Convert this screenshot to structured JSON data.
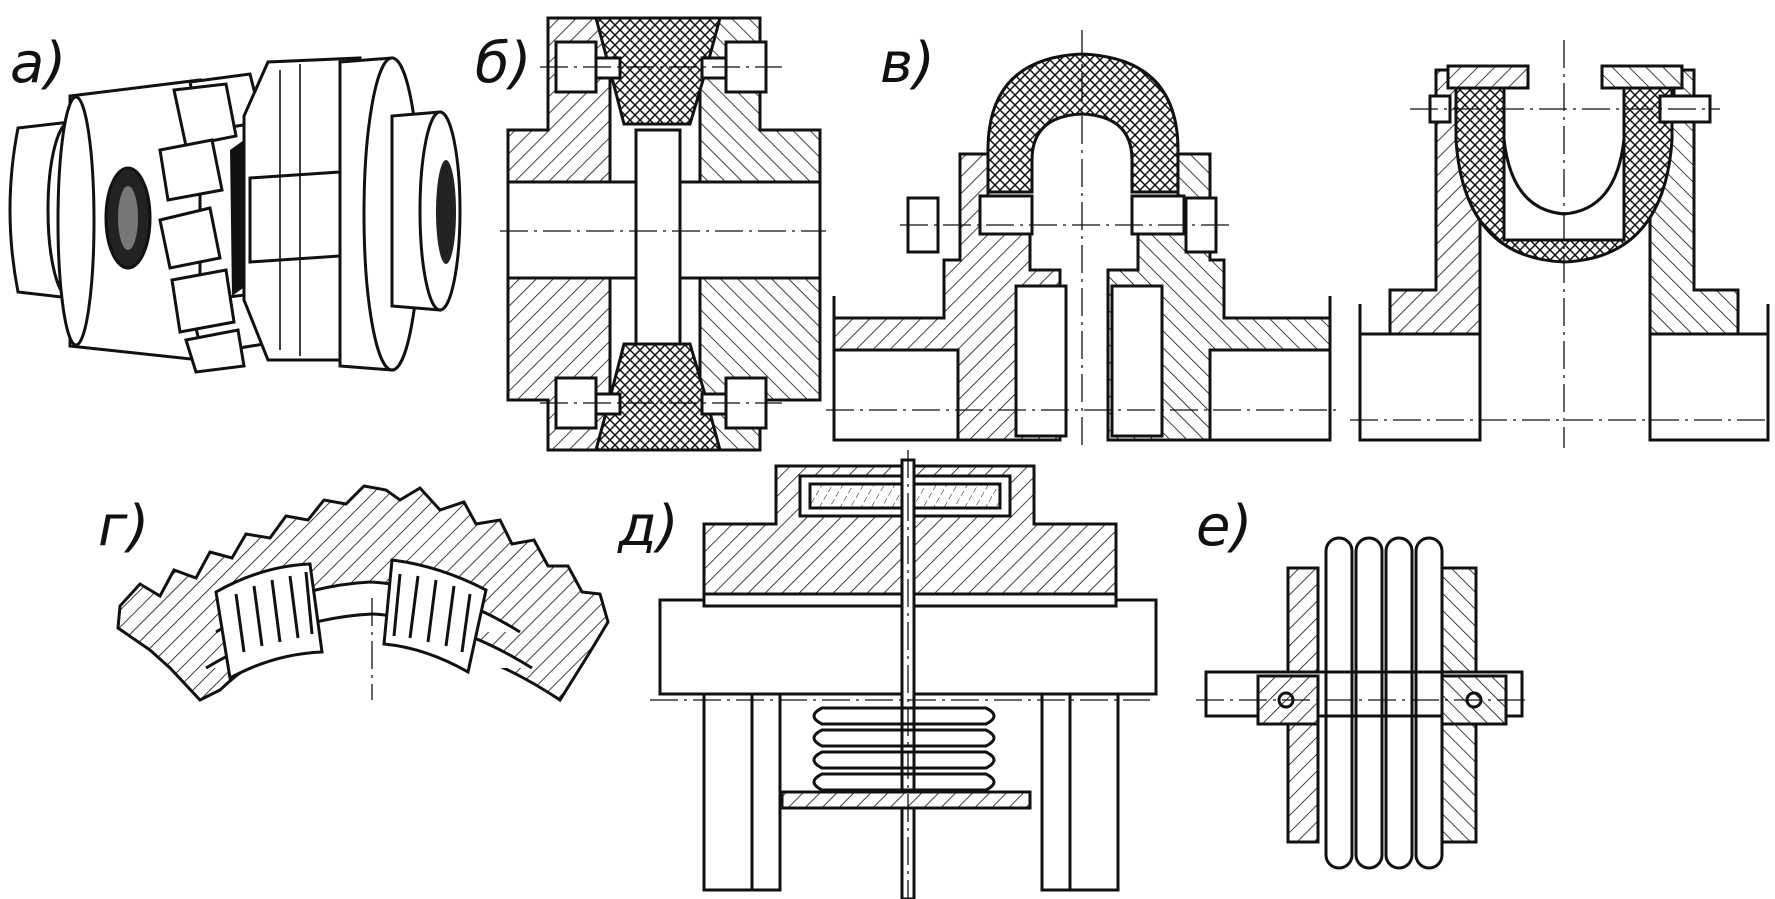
{
  "panels": {
    "a": "а)",
    "b": "б)",
    "v": "в)",
    "g": "г)",
    "d": "д)",
    "e": "е)"
  },
  "colors": {
    "ink": "#111111",
    "paper": "#ffffff"
  }
}
